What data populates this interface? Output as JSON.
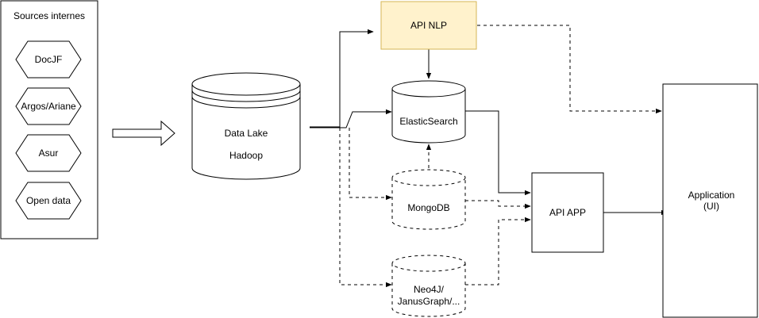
{
  "diagram": {
    "sources": {
      "title": "Sources internes",
      "items": [
        "DocJF",
        "Argos/Ariane",
        "Asur",
        "Open data"
      ]
    },
    "datalake": {
      "line1": "Data Lake",
      "line2": "Hadoop"
    },
    "api_nlp": {
      "label": "API NLP",
      "fill": "#fff2cc",
      "stroke": "#d6b656"
    },
    "elasticsearch": {
      "label": "ElasticSearch"
    },
    "mongodb": {
      "label": "MongoDB"
    },
    "neo4j": {
      "line1": "Neo4J/",
      "line2": "JanusGraph/..."
    },
    "api_app": {
      "label": "API APP"
    },
    "application": {
      "line1": "Application",
      "line2": "(UI)"
    }
  }
}
